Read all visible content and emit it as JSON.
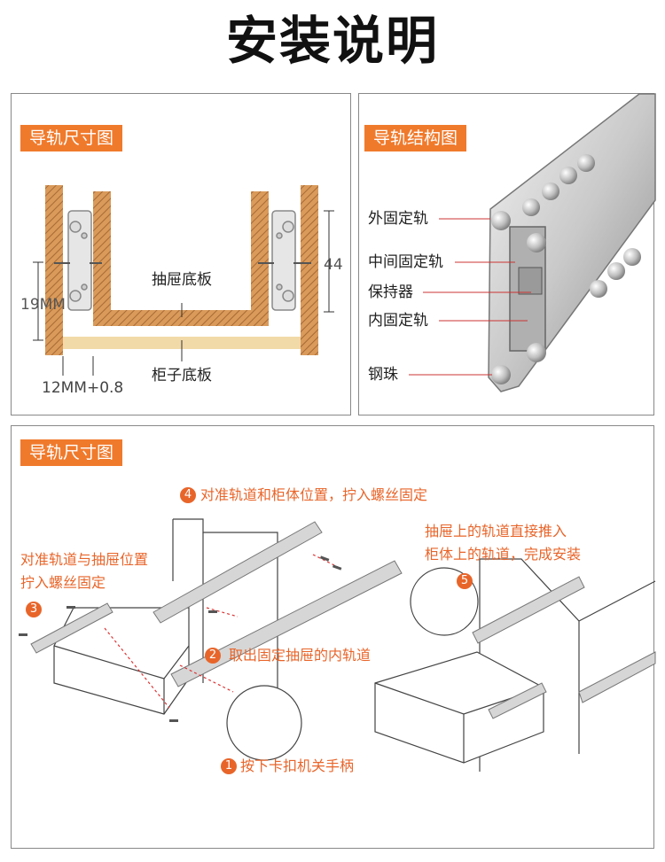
{
  "page_title": "安装说明",
  "dimension_panel": {
    "tag": "导轨尺寸图",
    "labels": {
      "drawer_bottom": "抽屉底板",
      "cabinet_bottom": "柜子底板",
      "height_19": "19MM",
      "height_44": "44",
      "gap": "12MM+0.8"
    }
  },
  "structure_panel": {
    "tag": "导轨结构图",
    "labels": {
      "outer": "外固定轨",
      "middle": "中间固定轨",
      "cage": "保持器",
      "inner": "内固定轨",
      "ball": "钢珠"
    }
  },
  "install_panel": {
    "tag": "导轨尺寸图",
    "steps": {
      "s4_num": "4",
      "s4_text": "对准轨道和柜体位置，拧入螺丝固定",
      "s3_num": "3",
      "s3_text_line1": "对准轨道与抽屉位置",
      "s3_text_line2": "拧入螺丝固定",
      "s2_num": "2",
      "s2_text": "取出固定抽屉的内轨道",
      "s1_num": "1",
      "s1_text": "按下卡扣机关手柄",
      "s5_num": "5",
      "s5_text_line1": "抽屉上的轨道直接推入",
      "s5_text_line2": "柜体上的轨道，完成安装"
    }
  },
  "colors": {
    "accent": "#f07a2c",
    "wood": "#d99a5a",
    "board": "#f2d9a8",
    "rail": "#c8c8c8"
  }
}
